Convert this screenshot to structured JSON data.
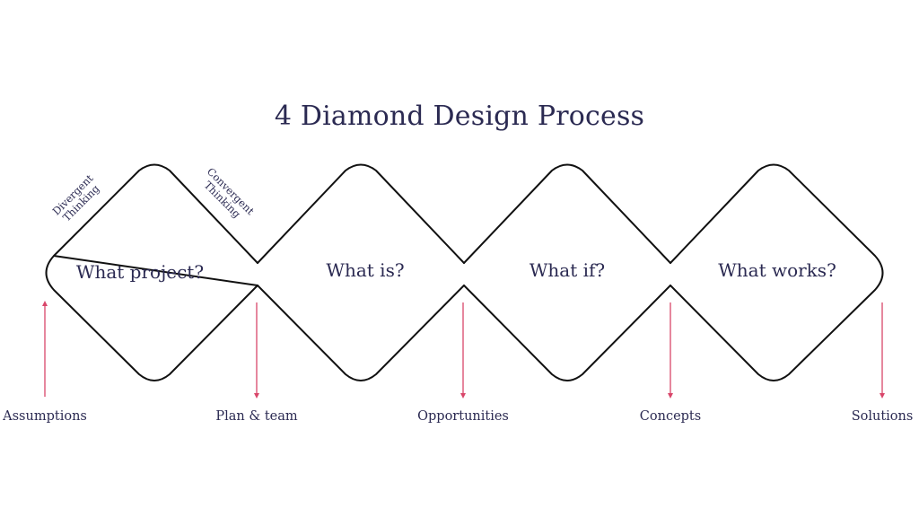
{
  "title": "4 Diamond Design Process",
  "diamonds": [
    {
      "question": "What project?"
    },
    {
      "question": "What is?"
    },
    {
      "question": "What if?"
    },
    {
      "question": "What works?"
    }
  ],
  "modes": {
    "divergent": [
      "Divergent",
      "Thinking"
    ],
    "convergent": [
      "Convergent",
      "Thinking"
    ]
  },
  "outputs": [
    "Assumptions",
    "Plan & team",
    "Opportunities",
    "Concepts",
    "Solutions"
  ],
  "colors": {
    "text": "#2b2a52",
    "outline": "#111111",
    "arrow": "#d9466a"
  }
}
